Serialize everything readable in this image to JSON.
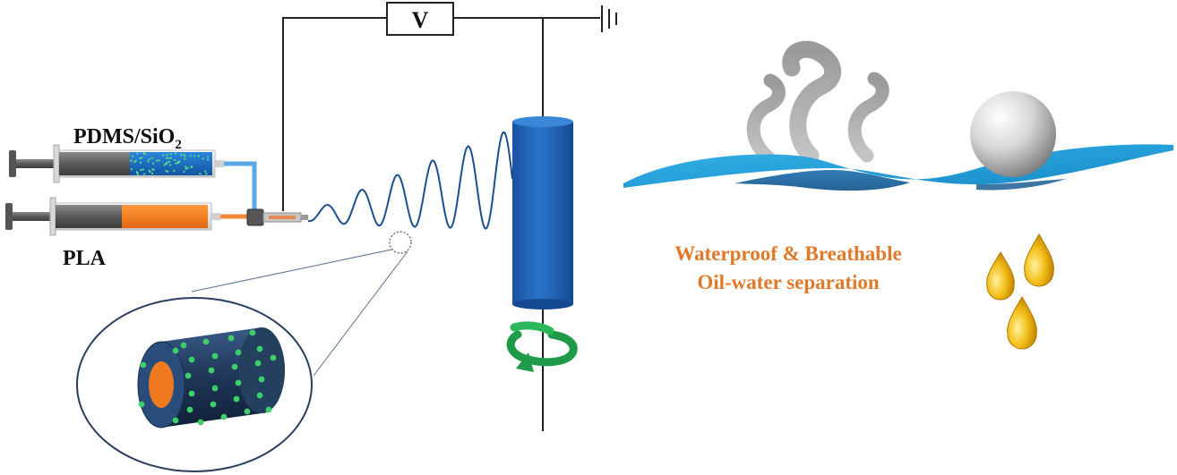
{
  "labels": {
    "voltage": "V",
    "pdms_main": "PDMS/SiO",
    "pdms_sub": "2",
    "pla": "PLA"
  },
  "application": {
    "line1": "Waterproof & Breathable",
    "line2": "Oil-water separation"
  },
  "colors": {
    "wire": "#222222",
    "collector": "#1e5fb3",
    "collector_top": "#2b78d0",
    "fiber": "#1a4a8c",
    "pdms_fill": "#1b6fc7",
    "sio2_dots": "#3ccf6a",
    "pla_fill": "#f07a1f",
    "plunger": "#6e6e6e",
    "rotation_arrow": "#1e9a48",
    "membrane": "#2aa5dd",
    "vapor": "#a8a8a8",
    "oil": "#e6a800",
    "app_text": "#e07a2a"
  },
  "icons": {
    "ground": "ground-icon",
    "rotation": "rotation-arrow-icon",
    "vapor": "vapor-icon",
    "water_droplet": "water-droplet-icon",
    "oil_drops": "oil-drop-icon"
  }
}
